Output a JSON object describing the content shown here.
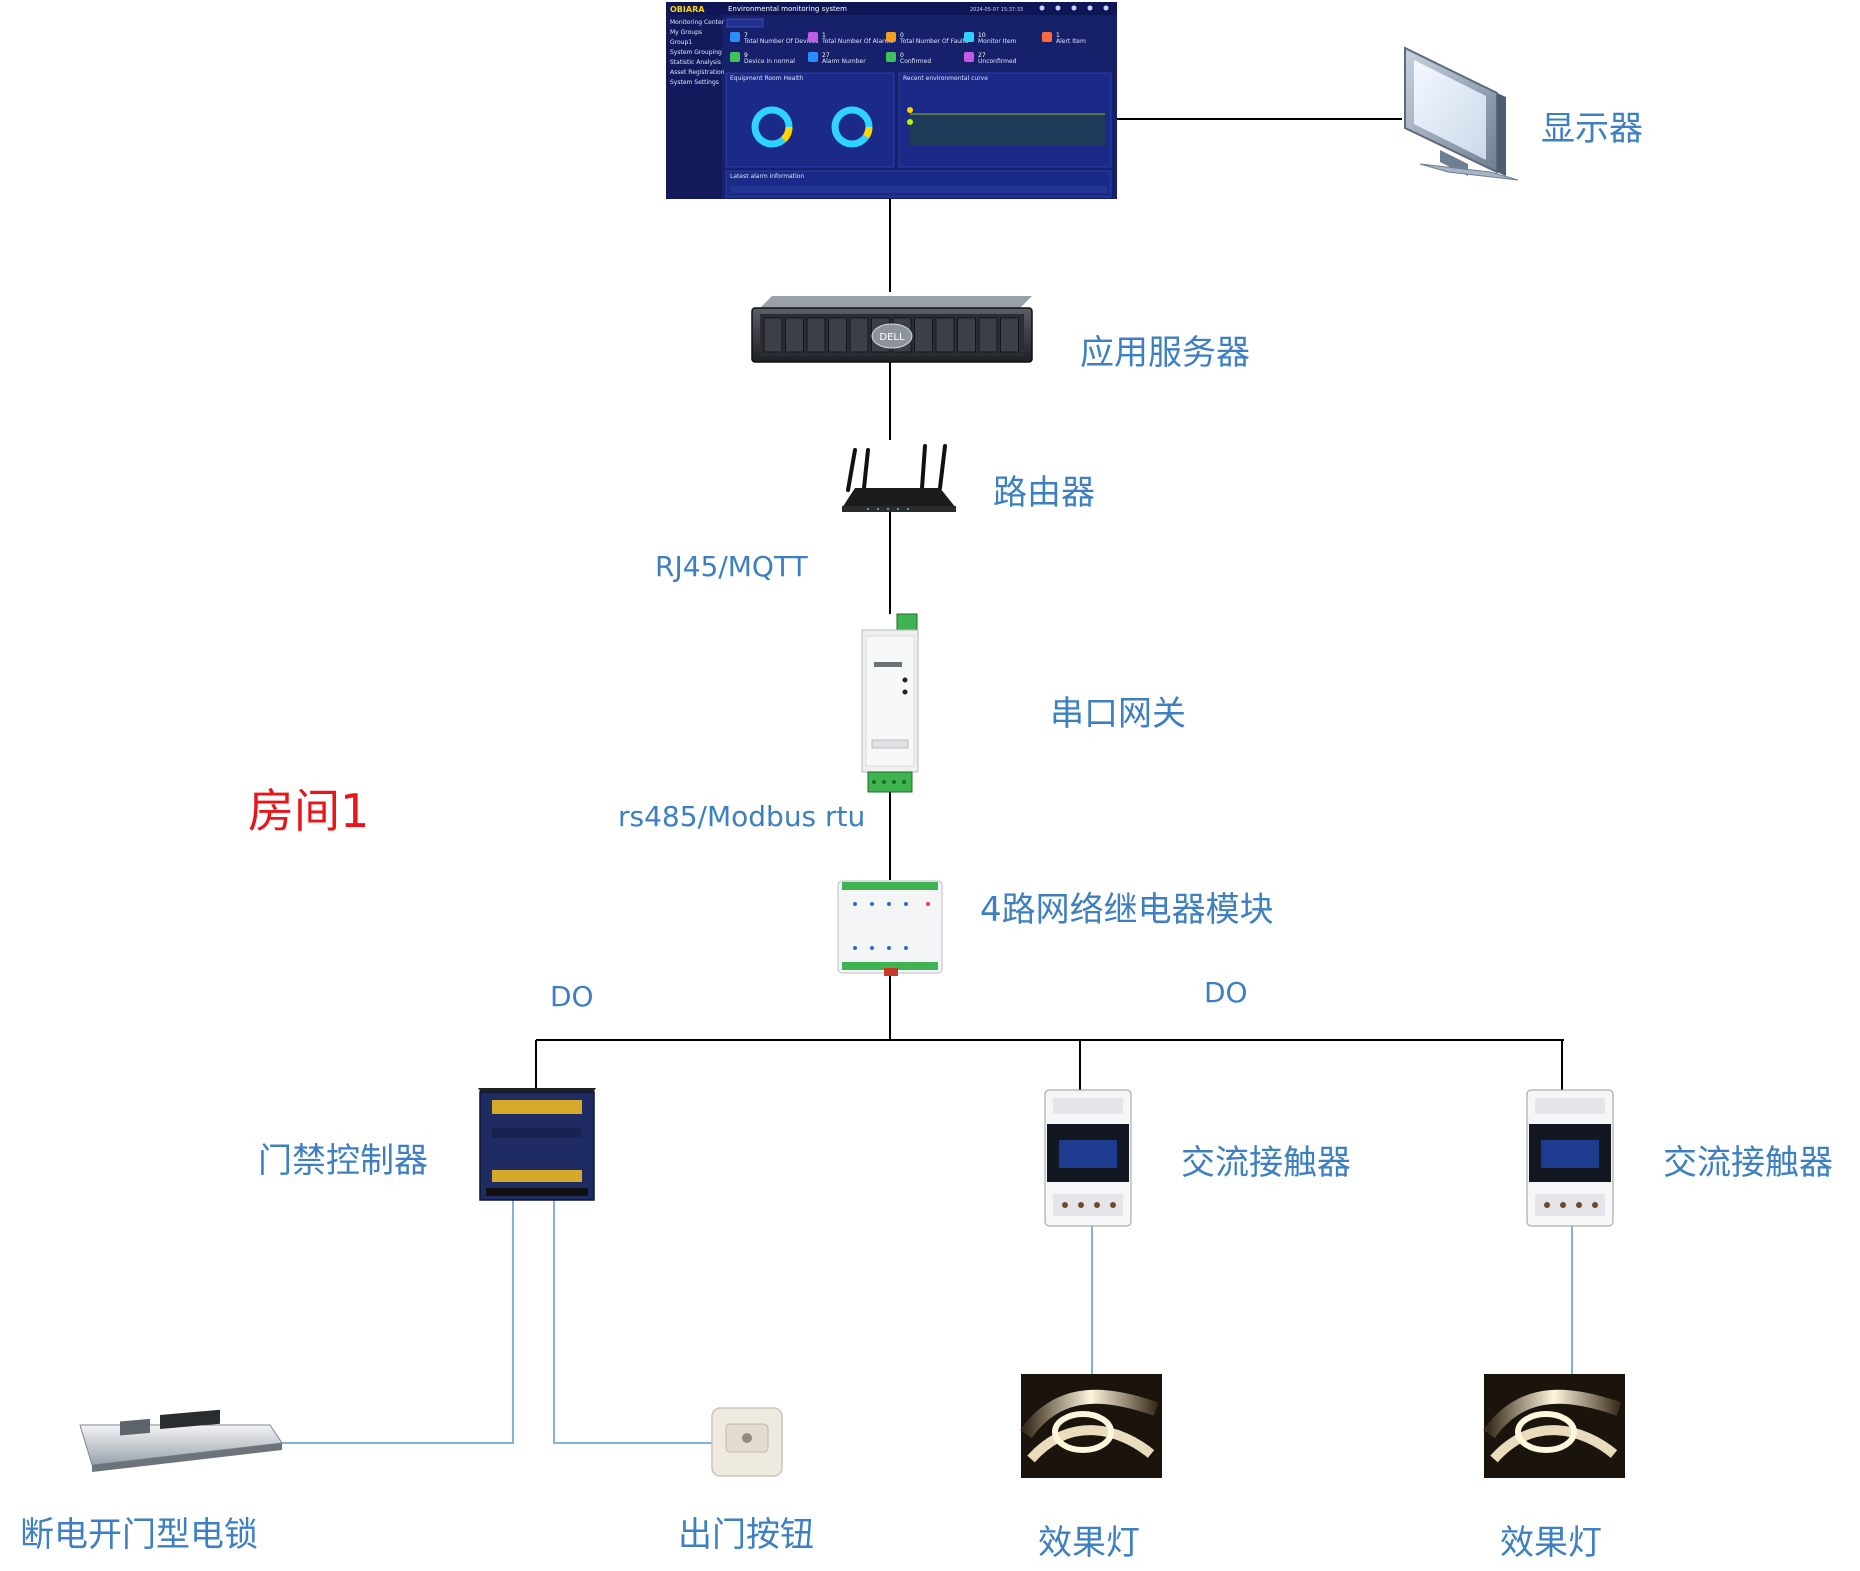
{
  "room_label": "房间1",
  "devices": {
    "monitor": "显示器",
    "app_server": "应用服务器",
    "router": "路由器",
    "serial_gateway": "串口网关",
    "relay_module": "4路网络继电器模块",
    "access_controller": "门禁控制器",
    "contactor_1": "交流接触器",
    "contactor_2": "交流接触器",
    "electric_lock": "断电开门型电锁",
    "exit_button": "出门按钮",
    "effect_light_1": "效果灯",
    "effect_light_2": "效果灯"
  },
  "protocols": {
    "router_gateway": "RJ45/MQTT",
    "gateway_relay": "rs485/Modbus rtu",
    "do_left": "DO",
    "do_right": "DO"
  },
  "dashboard": {
    "logo": "OBIARA",
    "title": "Environmental monitoring system",
    "datetime": "2024-05-07 15:37:33",
    "menu": [
      "Monitoring Center",
      "My Groups",
      "Group1",
      "System Grouping",
      "Statistic Analysis",
      "Asset Registration",
      "System Settings"
    ],
    "stats": [
      {
        "value": "7",
        "label": "Total Number Of Devices"
      },
      {
        "value": "1",
        "label": "Total Number Of Alarms"
      },
      {
        "value": "0",
        "label": "Total Number Of Faults"
      },
      {
        "value": "10",
        "label": "Monitor Item"
      },
      {
        "value": "1",
        "label": "Alert Item"
      },
      {
        "value": "9",
        "label": "Device In normal"
      },
      {
        "value": "27",
        "label": "Alarm Number"
      },
      {
        "value": "0",
        "label": "Confirmed"
      },
      {
        "value": "27",
        "label": "Unconfirmed"
      }
    ],
    "panel_health": "Equipment Room Health",
    "panel_curve": "Recent environmental curve",
    "panel_alarms": "Latest alarm information",
    "colors": {
      "bg": "#16206b",
      "panel": "#1b2a86",
      "accent": "#2fd3ff"
    }
  },
  "colors": {
    "label": "#3d7fc1",
    "room": "#e8161b",
    "line_dark": "#000000",
    "line_blue": "#7fb2dd"
  }
}
